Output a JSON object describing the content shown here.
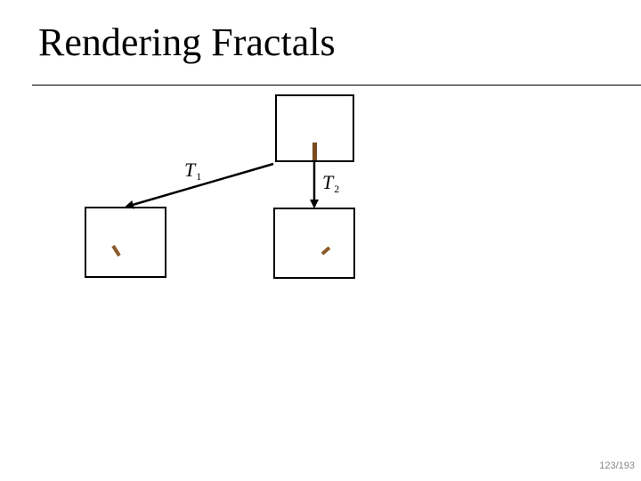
{
  "slide": {
    "title": "Rendering Fractals",
    "page_number": "123/193"
  },
  "diagram": {
    "transforms": [
      {
        "name": "T",
        "subscript": "1"
      },
      {
        "name": "T",
        "subscript": "2"
      }
    ],
    "colors": {
      "stroke": "#000000",
      "segment_source": "#7a4a1e",
      "segment_result": "#8b5a2b"
    }
  }
}
